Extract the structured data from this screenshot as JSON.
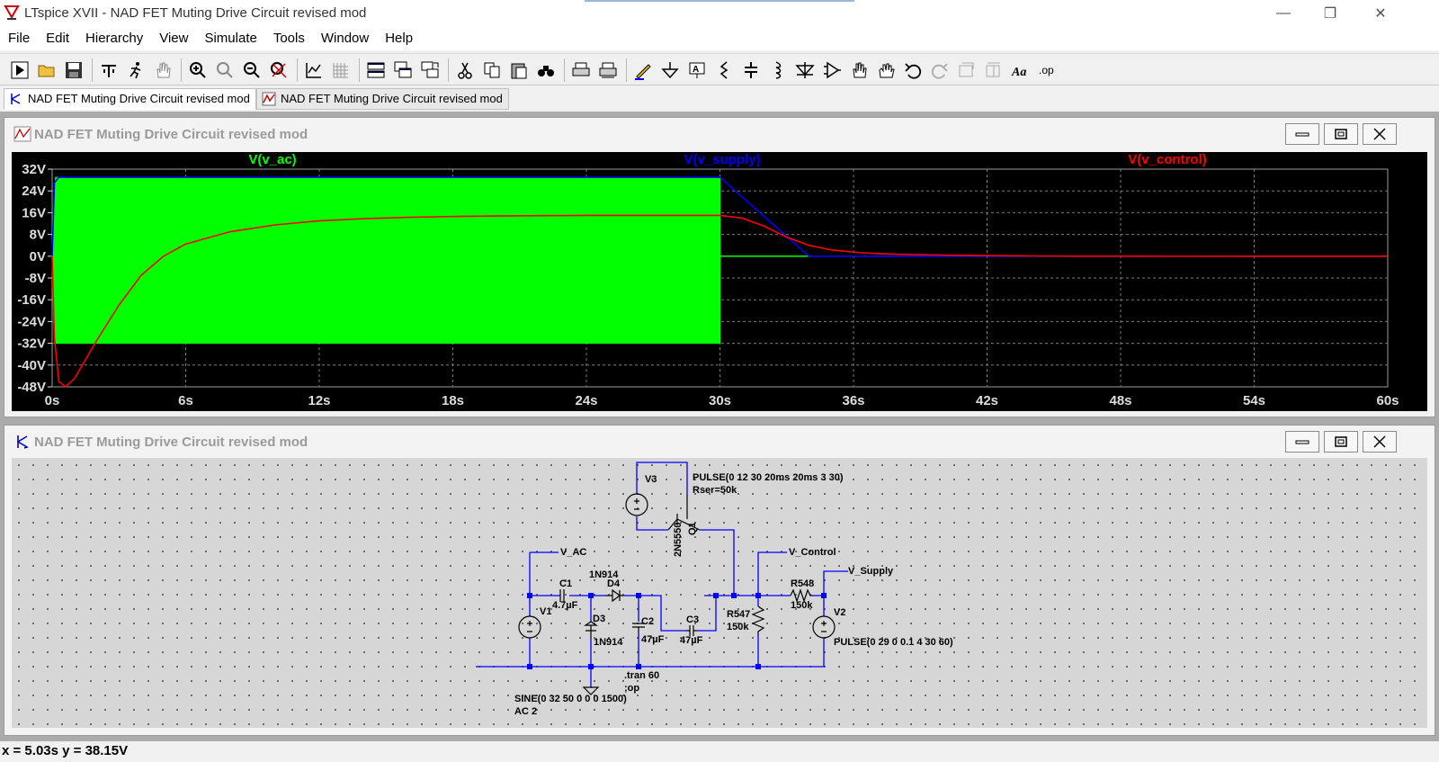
{
  "window": {
    "title": "LTspice XVII - NAD FET Muting Drive Circuit revised mod",
    "controls": {
      "minimize": "—",
      "restore": "❐",
      "close": "✕"
    }
  },
  "menu": [
    "File",
    "Edit",
    "Hierarchy",
    "View",
    "Simulate",
    "Tools",
    "Window",
    "Help"
  ],
  "toolbar": {
    "items": [
      "run-icon",
      "open-icon",
      "save-icon",
      "control-panel-icon",
      "running-man-icon",
      "pan-hand-icon",
      "zoom-in-icon",
      "zoom-area-icon",
      "zoom-out-icon",
      "zoom-fit-icon",
      "autorange-icon",
      "grid-icon",
      "tile-horizontal-icon",
      "cascade-icon",
      "tile-vertical-icon",
      "cut-icon",
      "copy-icon",
      "paste-icon",
      "find-icon",
      "print-icon",
      "print-setup-icon",
      "draw-wire-icon",
      "ground-icon",
      "label-net-icon",
      "resistor-icon",
      "capacitor-icon",
      "inductor-icon",
      "diode-icon",
      "component-icon",
      "move-icon",
      "drag-icon",
      "undo-icon",
      "redo-icon",
      "rotate-icon",
      "mirror-icon",
      "text-icon",
      "spice-directive-icon"
    ],
    "text_label": "Aa",
    "op_label": ".op"
  },
  "tabs": [
    {
      "label": "NAD FET Muting Drive Circuit revised mod",
      "icon": "schematic-icon",
      "active": true
    },
    {
      "label": "NAD FET Muting Drive Circuit revised mod",
      "icon": "waveform-icon",
      "active": false
    }
  ],
  "plot_window": {
    "title": "NAD FET Muting Drive Circuit revised mod",
    "controls": {
      "minimize": "▭",
      "restore": "⧉",
      "close": "✕"
    }
  },
  "schematic_window": {
    "title": "NAD FET Muting Drive Circuit revised mod",
    "controls": {
      "minimize": "▭",
      "restore": "⧉",
      "close": "✕"
    }
  },
  "schematic": {
    "labels": {
      "v3": "V3",
      "v3_pulse": "PULSE(0 12 30 20ms 20ms 3 30)",
      "v3_rser": "Rser=50k",
      "q1_part": "2N5550",
      "q1": "Q1",
      "net_vac": "V_AC",
      "net_vcontrol": "V_Control",
      "net_vsupply": "V_Supply",
      "c1": "C1",
      "c1_val": "4.7µF",
      "d4_part": "1N914",
      "d4": "D4",
      "v1": "V1",
      "d3": "D3",
      "d3_part": "1N914",
      "c2": "C2",
      "c2_val": "47µF",
      "c3": "C3",
      "c3_val": "47µF",
      "r547": "R547",
      "r547_val": "150k",
      "r548": "R548",
      "r548_val": "150k",
      "v2": "V2",
      "v2_pulse": "PULSE(0 29 0 0.1 4 30 60)",
      "tran": ".tran 60",
      "op": ";op",
      "v1_sine": "SINE(0 32 50 0 0 0 1500)",
      "v1_ac": "AC 2"
    }
  },
  "status": {
    "text": "x = 5.03s   y = 38.15V"
  },
  "colors": {
    "v_ac": "#00ff00",
    "v_supply": "#0000ff",
    "v_control": "#ff0000",
    "grid": "#7a7a7a",
    "wire": "#0000ff"
  },
  "chart_data": {
    "type": "line",
    "xlabel": "",
    "ylabel": "",
    "xlim": [
      0,
      60
    ],
    "ylim": [
      -48,
      32
    ],
    "x_ticks": [
      "0s",
      "6s",
      "12s",
      "18s",
      "24s",
      "30s",
      "36s",
      "42s",
      "48s",
      "54s",
      "60s"
    ],
    "y_ticks": [
      "32V",
      "24V",
      "16V",
      "8V",
      "0V",
      "-8V",
      "-16V",
      "-24V",
      "-32V",
      "-40V",
      "-48V"
    ],
    "series": [
      {
        "name": "V(v_ac)",
        "color": "#00ff00",
        "envelope": true,
        "x": [
          0,
          0.15,
          0.3,
          30,
          30.01,
          34,
          60
        ],
        "upper": [
          0,
          29,
          29,
          29,
          0,
          0,
          0
        ],
        "lower": [
          0,
          -32,
          -32,
          -32,
          0,
          0,
          0
        ]
      },
      {
        "name": "V(v_supply)",
        "color": "#0000ff",
        "x": [
          0,
          0.1,
          0.3,
          30,
          34,
          60
        ],
        "y": [
          0,
          27,
          29,
          29,
          0,
          0
        ]
      },
      {
        "name": "V(v_control)",
        "color": "#ff0000",
        "x": [
          0,
          0.1,
          0.3,
          0.6,
          1.0,
          1.5,
          2,
          3,
          4,
          5,
          6,
          8,
          10,
          12,
          14,
          16,
          18,
          20,
          22,
          24,
          26,
          28,
          30,
          31,
          32,
          33,
          34,
          35,
          36,
          37,
          38,
          40,
          42,
          44,
          46,
          50,
          55,
          60
        ],
        "y": [
          0,
          -30,
          -46,
          -48,
          -45,
          -38,
          -31,
          -18,
          -7,
          0,
          4.5,
          9,
          11.5,
          13,
          13.8,
          14.3,
          14.6,
          14.8,
          14.9,
          15,
          15,
          15,
          15,
          14,
          11,
          7,
          4,
          2.3,
          1.5,
          1,
          0.7,
          0.4,
          0.2,
          0.1,
          0.05,
          0.02,
          0,
          0
        ]
      }
    ]
  }
}
